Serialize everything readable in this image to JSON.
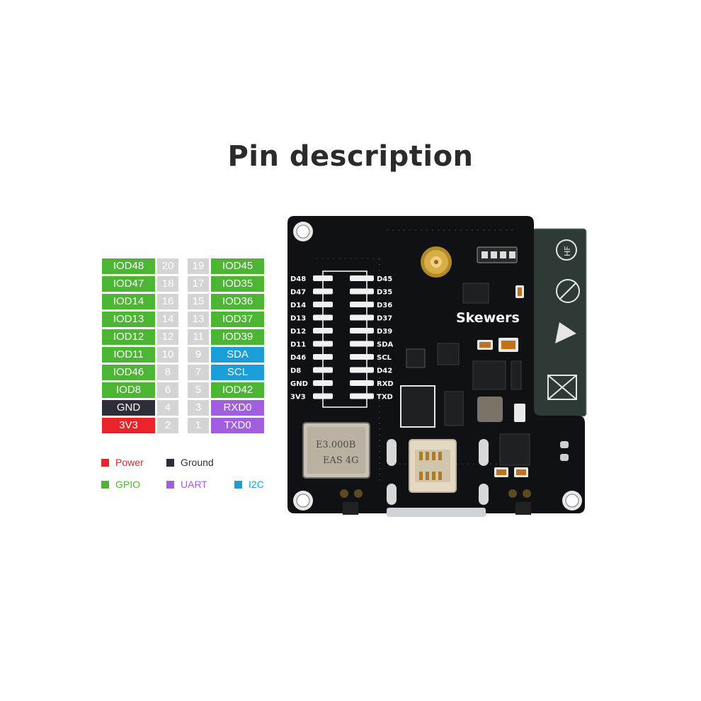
{
  "title": "Pin description",
  "colors": {
    "gpio": "#4cb534",
    "power": "#e8232b",
    "ground": "#2c2f3a",
    "uart": "#a15fe0",
    "i2c": "#1b9ed8",
    "pin_number": "#d4d4d4"
  },
  "pins": [
    {
      "left": "IOD48",
      "left_num": "20",
      "right_num": "19",
      "right": "IOD45",
      "left_type": "gpio",
      "right_type": "gpio"
    },
    {
      "left": "IOD47",
      "left_num": "18",
      "right_num": "17",
      "right": "IOD35",
      "left_type": "gpio",
      "right_type": "gpio"
    },
    {
      "left": "IOD14",
      "left_num": "16",
      "right_num": "15",
      "right": "IOD36",
      "left_type": "gpio",
      "right_type": "gpio"
    },
    {
      "left": "IOD13",
      "left_num": "14",
      "right_num": "13",
      "right": "IOD37",
      "left_type": "gpio",
      "right_type": "gpio"
    },
    {
      "left": "IOD12",
      "left_num": "12",
      "right_num": "11",
      "right": "IOD39",
      "left_type": "gpio",
      "right_type": "gpio"
    },
    {
      "left": "IOD11",
      "left_num": "10",
      "right_num": "9",
      "right": "SDA",
      "left_type": "gpio",
      "right_type": "i2c"
    },
    {
      "left": "IOD46",
      "left_num": "8",
      "right_num": "7",
      "right": "SCL",
      "left_type": "gpio",
      "right_type": "i2c"
    },
    {
      "left": "IOD8",
      "left_num": "6",
      "right_num": "5",
      "right": "IOD42",
      "left_type": "gpio",
      "right_type": "gpio"
    },
    {
      "left": "GND",
      "left_num": "4",
      "right_num": "3",
      "right": "RXD0",
      "left_type": "ground",
      "right_type": "uart"
    },
    {
      "left": "3V3",
      "left_num": "2",
      "right_num": "1",
      "right": "TXD0",
      "left_type": "power",
      "right_type": "uart"
    }
  ],
  "legend": [
    {
      "label": "Power",
      "type": "power"
    },
    {
      "label": "Ground",
      "type": "ground"
    },
    {
      "label": "GPIO",
      "type": "gpio"
    },
    {
      "label": "UART",
      "type": "uart"
    },
    {
      "label": "I2C",
      "type": "i2c"
    }
  ],
  "board": {
    "brand": "Skewers",
    "left_silk": [
      "D48",
      "D47",
      "D14",
      "D13",
      "D12",
      "D11",
      "D46",
      "D8",
      "GND",
      "3V3"
    ],
    "right_silk": [
      "D45",
      "D35",
      "D36",
      "D37",
      "D39",
      "SDA",
      "SCL",
      "D42",
      "RXD",
      "TXD"
    ],
    "crystal_line1": "E3.000B",
    "crystal_line2": "EAS 4G"
  }
}
